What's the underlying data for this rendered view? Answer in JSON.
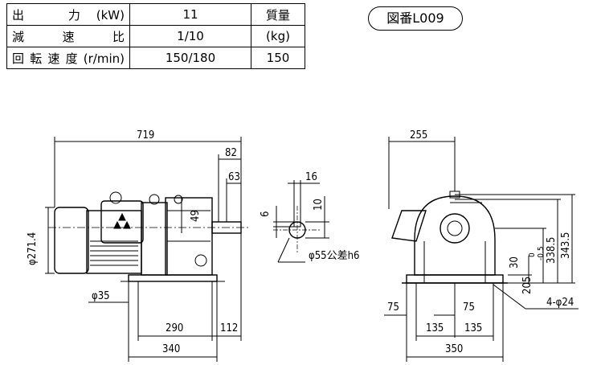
{
  "spec_table": {
    "output_label": "出　力(kW)",
    "output_value": "11",
    "ratio_label": "減　速　比",
    "ratio_value": "1/10",
    "speed_label": "回転速度(r/min)",
    "speed_value": "150/180",
    "mass_label": "質量",
    "mass_unit": "(kg)",
    "mass_value": "150"
  },
  "figure_id": "図番L009",
  "side_view": {
    "overall_length": "719",
    "shaft_82": "82",
    "shaft_63": "63",
    "height_49": "49",
    "motor_dia": "φ271.4",
    "foot_hole": "φ35",
    "base_290": "290",
    "shaft_112": "112",
    "base_340": "340"
  },
  "shaft_detail": {
    "key_16": "16",
    "key_6": "6",
    "key_10": "10",
    "shaft_dia": "φ55公差h6"
  },
  "end_view": {
    "width_255": "255",
    "height_343_5": "343.5",
    "height_338_5": "338.5",
    "tol_0": "0",
    "tol_neg": "-0.5",
    "height_30": "30",
    "height_205": "205",
    "left_75": "75",
    "mid_75": "75",
    "span_135_a": "135",
    "span_135_b": "135",
    "holes": "4-φ24",
    "base_350": "350"
  }
}
